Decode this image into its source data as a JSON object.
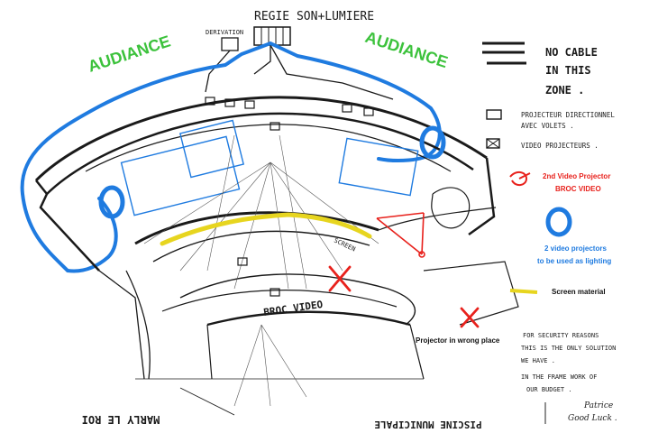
{
  "header": {
    "regie": "REGIE SON+LUMIERE",
    "derivation": "DERIVATION"
  },
  "audience": {
    "left": "AUDIANCE",
    "right": "AUDIANCE"
  },
  "legend": {
    "no_cable": [
      "NO CABLE",
      "IN THIS",
      "ZONE ."
    ],
    "projector_directional": [
      "PROJECTEUR DIRECTIONNEL",
      "AVEC VOLETS ."
    ],
    "video_projector": "VIDEO PROJECTEURS .",
    "second_video": [
      "2nd Video Projector",
      "BROC VIDEO"
    ],
    "two_video": [
      "2 video projectors",
      "to be used as lighting"
    ],
    "screen_material": "Screen material",
    "wrong_place": "Projector in wrong place"
  },
  "plan_labels": {
    "broc_video": "BROC VIDEO",
    "screen": "SCREEN"
  },
  "note": {
    "lines": [
      "FOR SECURITY REASONS",
      "THIS IS THE ONLY SOLUTION",
      "WE HAVE .",
      "IN THE FRAME WORK OF",
      "OUR BUDGET ."
    ],
    "signature": "Patrice",
    "good_luck": "Good Luck ."
  },
  "footer": {
    "left": "MARLY LE ROI",
    "right": "PISCINE MUNICIPALE"
  },
  "colors": {
    "audience": "#3cc23c",
    "blue": "#1f7be0",
    "red": "#e8211c",
    "yellow": "#e7d51f",
    "ink": "#1a1a1a"
  }
}
